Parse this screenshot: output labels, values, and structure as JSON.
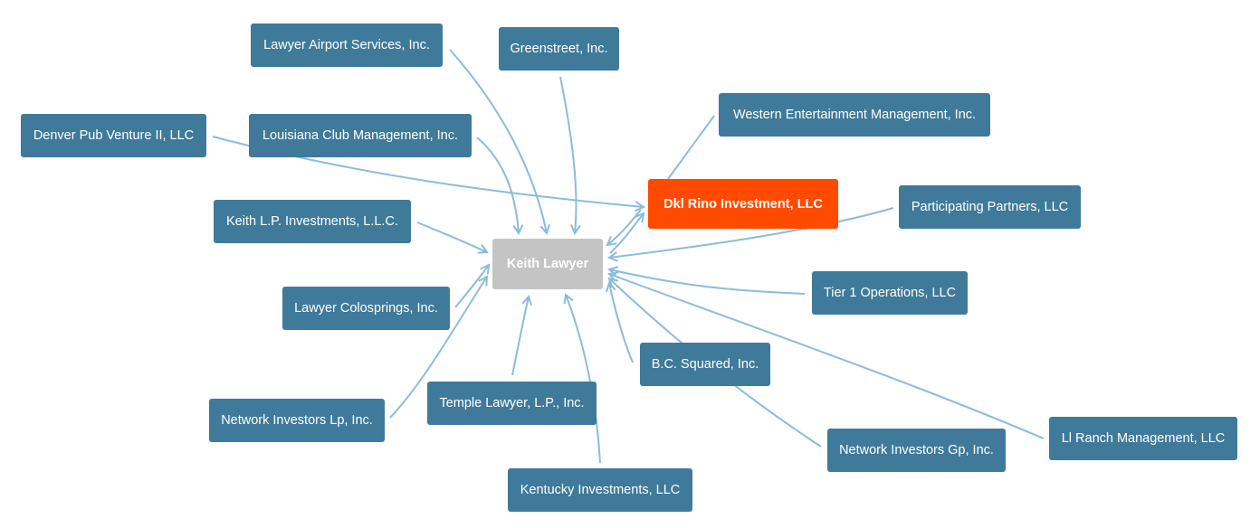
{
  "graph": {
    "center": {
      "id": "keith",
      "label": "Keith Lawyer"
    },
    "highlighted": {
      "id": "dkl",
      "label": "Dkl Rino Investment, LLC"
    },
    "companies": [
      {
        "id": "airport",
        "label": "Lawyer Airport Services, Inc."
      },
      {
        "id": "greenstreet",
        "label": "Greenstreet, Inc."
      },
      {
        "id": "western",
        "label": "Western Entertainment Management, Inc."
      },
      {
        "id": "denver",
        "label": "Denver Pub Venture II, LLC"
      },
      {
        "id": "louisiana",
        "label": "Louisiana Club Management, Inc."
      },
      {
        "id": "participating",
        "label": "Participating Partners, LLC"
      },
      {
        "id": "keithlp",
        "label": "Keith L.P. Investments, L.L.C."
      },
      {
        "id": "tier1",
        "label": "Tier 1 Operations, LLC"
      },
      {
        "id": "colosprings",
        "label": "Lawyer Colosprings, Inc."
      },
      {
        "id": "bcsquared",
        "label": "B.C. Squared, Inc."
      },
      {
        "id": "temple",
        "label": "Temple Lawyer, L.P., Inc."
      },
      {
        "id": "netlp",
        "label": "Network Investors Lp, Inc."
      },
      {
        "id": "ranch",
        "label": "Ll Ranch Management, LLC"
      },
      {
        "id": "netgp",
        "label": "Network Investors Gp, Inc."
      },
      {
        "id": "kentucky",
        "label": "Kentucky Investments, LLC"
      }
    ],
    "edges": [
      {
        "from": "airport",
        "to": "keith"
      },
      {
        "from": "greenstreet",
        "to": "keith"
      },
      {
        "from": "louisiana",
        "to": "keith"
      },
      {
        "from": "keithlp",
        "to": "keith"
      },
      {
        "from": "colosprings",
        "to": "keith"
      },
      {
        "from": "netlp",
        "to": "keith"
      },
      {
        "from": "temple",
        "to": "keith"
      },
      {
        "from": "kentucky",
        "to": "keith"
      },
      {
        "from": "bcsquared",
        "to": "keith"
      },
      {
        "from": "tier1",
        "to": "keith"
      },
      {
        "from": "ranch",
        "to": "keith"
      },
      {
        "from": "netgp",
        "to": "keith"
      },
      {
        "from": "participating",
        "to": "keith"
      },
      {
        "from": "western",
        "to": "keith"
      },
      {
        "from": "denver",
        "to": "dkl"
      },
      {
        "from": "keith",
        "to": "dkl"
      },
      {
        "from": "dkl",
        "to": "keith"
      }
    ],
    "colors": {
      "company": "#3f7a9a",
      "person": "#c4c4c4",
      "highlight": "#ff4a00",
      "edge": "#8bbcdc"
    }
  }
}
